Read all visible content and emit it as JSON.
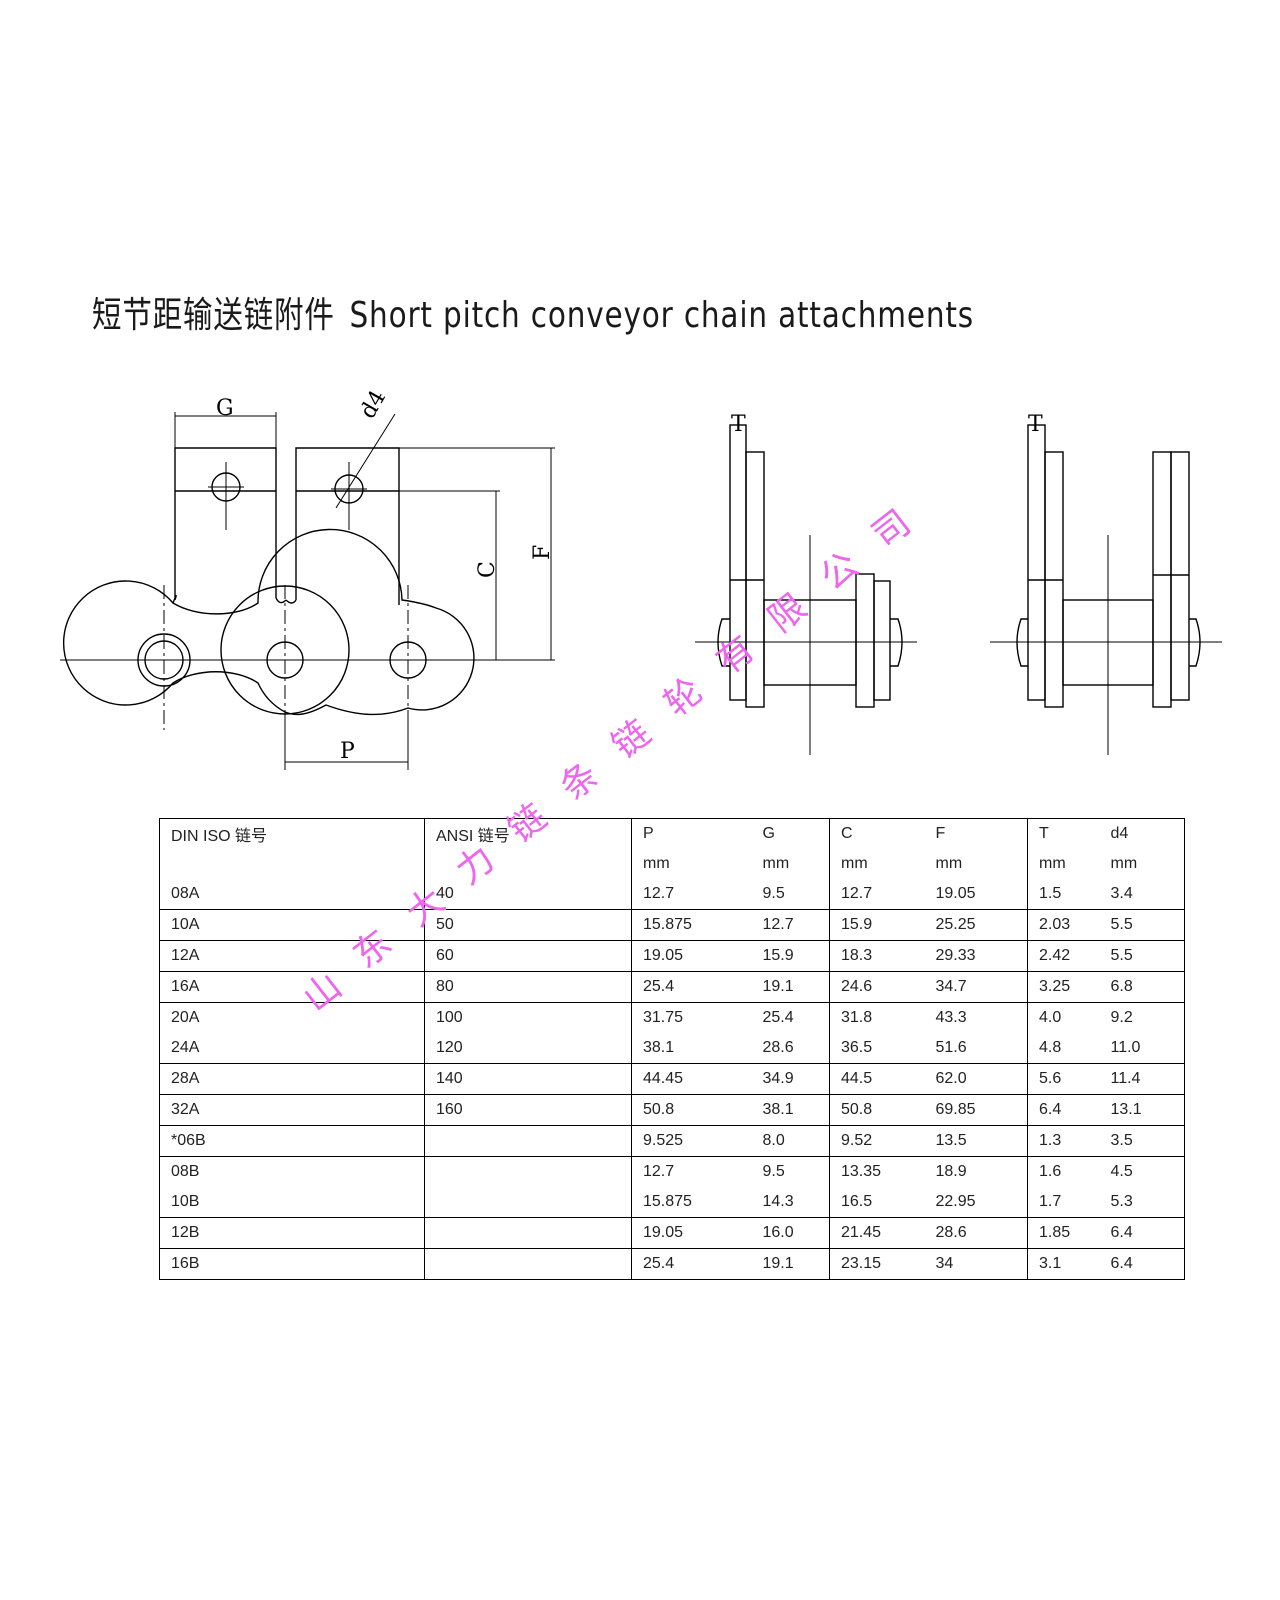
{
  "title": {
    "chinese": "短节距输送链附件",
    "english": "Short pitch conveyor chain attachments"
  },
  "drawing": {
    "labels": {
      "g": "G",
      "d4": "d4",
      "c": "C",
      "f": "F",
      "p": "P",
      "t_middle": "T",
      "t_right": "T"
    }
  },
  "table": {
    "header": {
      "din_iso": "DIN ISO  链号",
      "ansi": "ANSI  链号",
      "cols": [
        "P",
        "G",
        "C",
        "F",
        "T",
        "d4"
      ],
      "units": [
        "mm",
        "mm",
        "mm",
        "mm",
        "mm",
        "mm"
      ]
    },
    "rows": [
      [
        "08A",
        "40",
        "12.7",
        "9.5",
        "12.7",
        "19.05",
        "1.5",
        "3.4"
      ],
      [
        "10A",
        "50",
        "15.875",
        "12.7",
        "15.9",
        "25.25",
        "2.03",
        "5.5"
      ],
      [
        "12A",
        "60",
        "19.05",
        "15.9",
        "18.3",
        "29.33",
        "2.42",
        "5.5"
      ],
      [
        "16A",
        "80",
        "25.4",
        "19.1",
        "24.6",
        "34.7",
        "3.25",
        "6.8"
      ],
      [
        "20A",
        "100",
        "31.75",
        "25.4",
        "31.8",
        "43.3",
        "4.0",
        "9.2"
      ],
      [
        "24A",
        "120",
        "38.1",
        "28.6",
        "36.5",
        "51.6",
        "4.8",
        "11.0"
      ],
      [
        "28A",
        "140",
        "44.45",
        "34.9",
        "44.5",
        "62.0",
        "5.6",
        "11.4"
      ],
      [
        "32A",
        "160",
        "50.8",
        "38.1",
        "50.8",
        "69.85",
        "6.4",
        "13.1"
      ],
      [
        "*06B",
        "",
        "9.525",
        "8.0",
        "9.52",
        "13.5",
        "1.3",
        "3.5"
      ],
      [
        "08B",
        "",
        "12.7",
        "9.5",
        "13.35",
        "18.9",
        "1.6",
        "4.5"
      ],
      [
        "10B",
        "",
        "15.875",
        "14.3",
        "16.5",
        "22.95",
        "1.7",
        "5.3"
      ],
      [
        "12B",
        "",
        "19.05",
        "16.0",
        "21.45",
        "28.6",
        "1.85",
        "6.4"
      ],
      [
        "16B",
        "",
        "25.4",
        "19.1",
        "23.15",
        "34",
        "3.1",
        "6.4"
      ]
    ]
  },
  "watermark": {
    "chars": [
      "山",
      "东",
      "大",
      "力",
      "链",
      "条",
      "链",
      "轮",
      "有",
      "限",
      "公",
      "司"
    ],
    "color": "#ee66ee"
  }
}
